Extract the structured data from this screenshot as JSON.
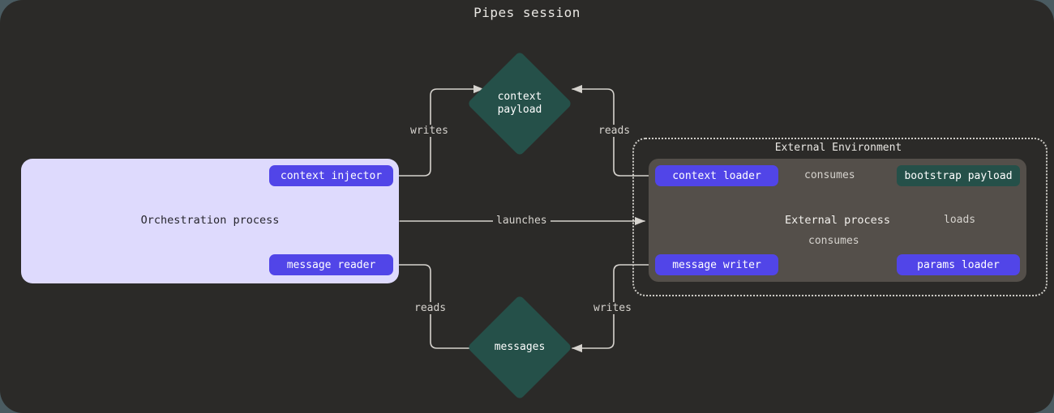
{
  "title": "Pipes session",
  "theme": {
    "page_background": "#4a5b61",
    "card_background": "#2b2a28",
    "orchestration_fill": "#dedafd",
    "external_process_fill": "#544f4a",
    "pill_accent": "#5145e8",
    "storage_accent": "#255049",
    "edge_stroke": "#d6d3ce",
    "text_light": "#e9e7e3",
    "text_dark": "#27262e"
  },
  "orchestration": {
    "label": "Orchestration process",
    "nodes": {
      "context_injector": "context injector",
      "message_reader": "message reader"
    }
  },
  "external_environment": {
    "label": "External Environment",
    "process_label": "External process",
    "nodes": {
      "context_loader": "context loader",
      "message_writer": "message writer",
      "params_loader": "params loader",
      "bootstrap_payload": "bootstrap payload"
    }
  },
  "stores": {
    "context_payload": "context\npayload",
    "messages": "messages"
  },
  "edges": {
    "writes_context": "writes",
    "reads_context": "reads",
    "launches": "launches",
    "reads_messages": "reads",
    "writes_messages": "writes",
    "consumes_context": "consumes",
    "consumes_message": "consumes",
    "loads_params": "loads"
  }
}
